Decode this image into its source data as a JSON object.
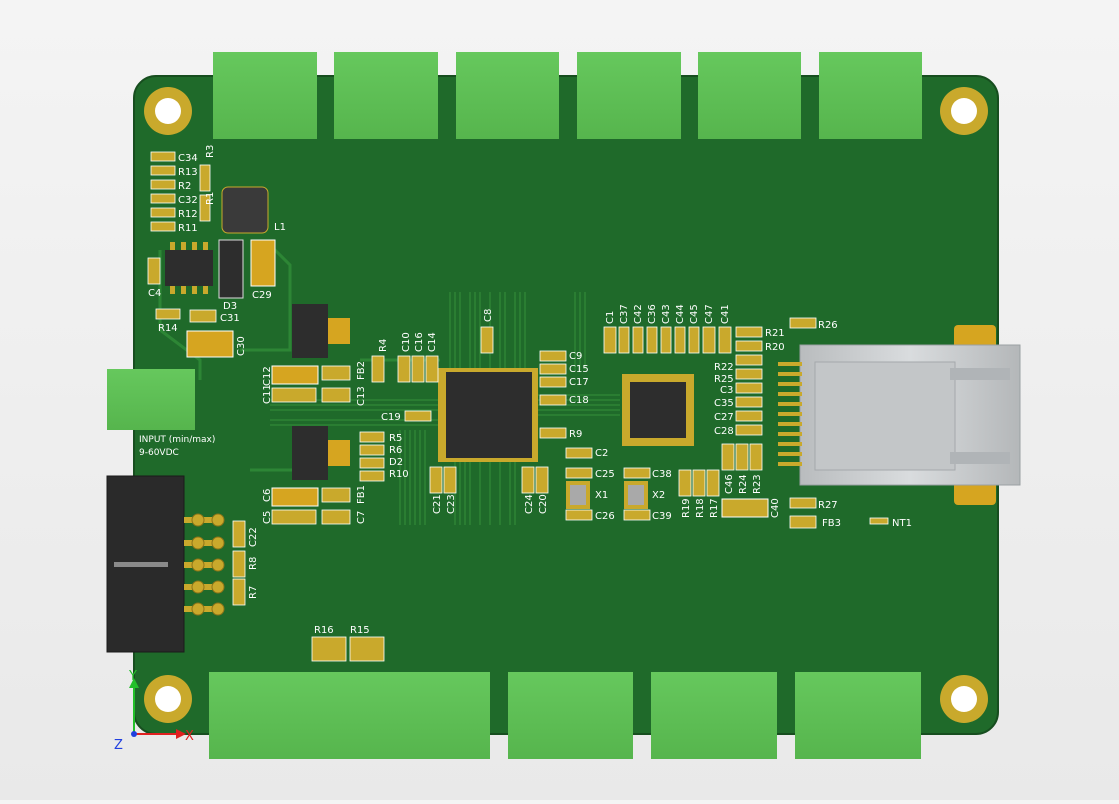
{
  "board": {
    "input_label": "INPUT (min/max)",
    "input_range": "9-60VDC",
    "colors": {
      "board": "#1f6a2a",
      "board_edge": "#195a22",
      "connector": "#5cbf53",
      "gold": "#c9a92c",
      "silkscreen": "#ffffff",
      "ic_body": "#2d2d2d",
      "header_body": "#2a2a2a",
      "rj45_metal": "#cfd2d4"
    }
  },
  "designators": {
    "C34": "C34",
    "R3": "R3",
    "R13": "R13",
    "R2": "R2",
    "C32": "C32",
    "R1": "R1",
    "R12": "R12",
    "R11": "R11",
    "L1": "L1",
    "C4": "C4",
    "D3": "D3",
    "C29": "C29",
    "R14": "R14",
    "C31": "C31",
    "C30": "C30",
    "C11": "C11",
    "C12": "C12",
    "C13": "C13",
    "FB2": "FB2",
    "R4": "R4",
    "C10": "C10",
    "C16": "C16",
    "C14": "C14",
    "C8": "C8",
    "C9": "C9",
    "C15": "C15",
    "C17": "C17",
    "C18": "C18",
    "C19": "C19",
    "R9": "R9",
    "R5": "R5",
    "R6": "R6",
    "D2": "D2",
    "R10": "R10",
    "C6": "C6",
    "C5": "C5",
    "C7": "C7",
    "FB1": "FB1",
    "C21": "C21",
    "C23": "C23",
    "C24": "C24",
    "C20": "C20",
    "C2": "C2",
    "C25": "C25",
    "C26": "C26",
    "X1": "X1",
    "C38": "C38",
    "C39": "C39",
    "X2": "X2",
    "C1": "C1",
    "C37": "C37",
    "C42": "C42",
    "C36": "C36",
    "C43": "C43",
    "C44": "C44",
    "C45": "C45",
    "C47": "C47",
    "C41": "C41",
    "R21": "R21",
    "R20": "R20",
    "R22": "R22",
    "R25": "R25",
    "C3": "C3",
    "C35": "C35",
    "C27": "C27",
    "C28": "C28",
    "R26": "R26",
    "R19": "R19",
    "R18": "R18",
    "R17": "R17",
    "C46": "C46",
    "R24": "R24",
    "R23": "R23",
    "C40": "C40",
    "R27": "R27",
    "FB3": "FB3",
    "NT1": "NT1",
    "C22": "C22",
    "R8": "R8",
    "R7": "R7",
    "R16": "R16",
    "R15": "R15"
  },
  "axes": {
    "x": "X",
    "y": "Y",
    "z": "Z"
  }
}
